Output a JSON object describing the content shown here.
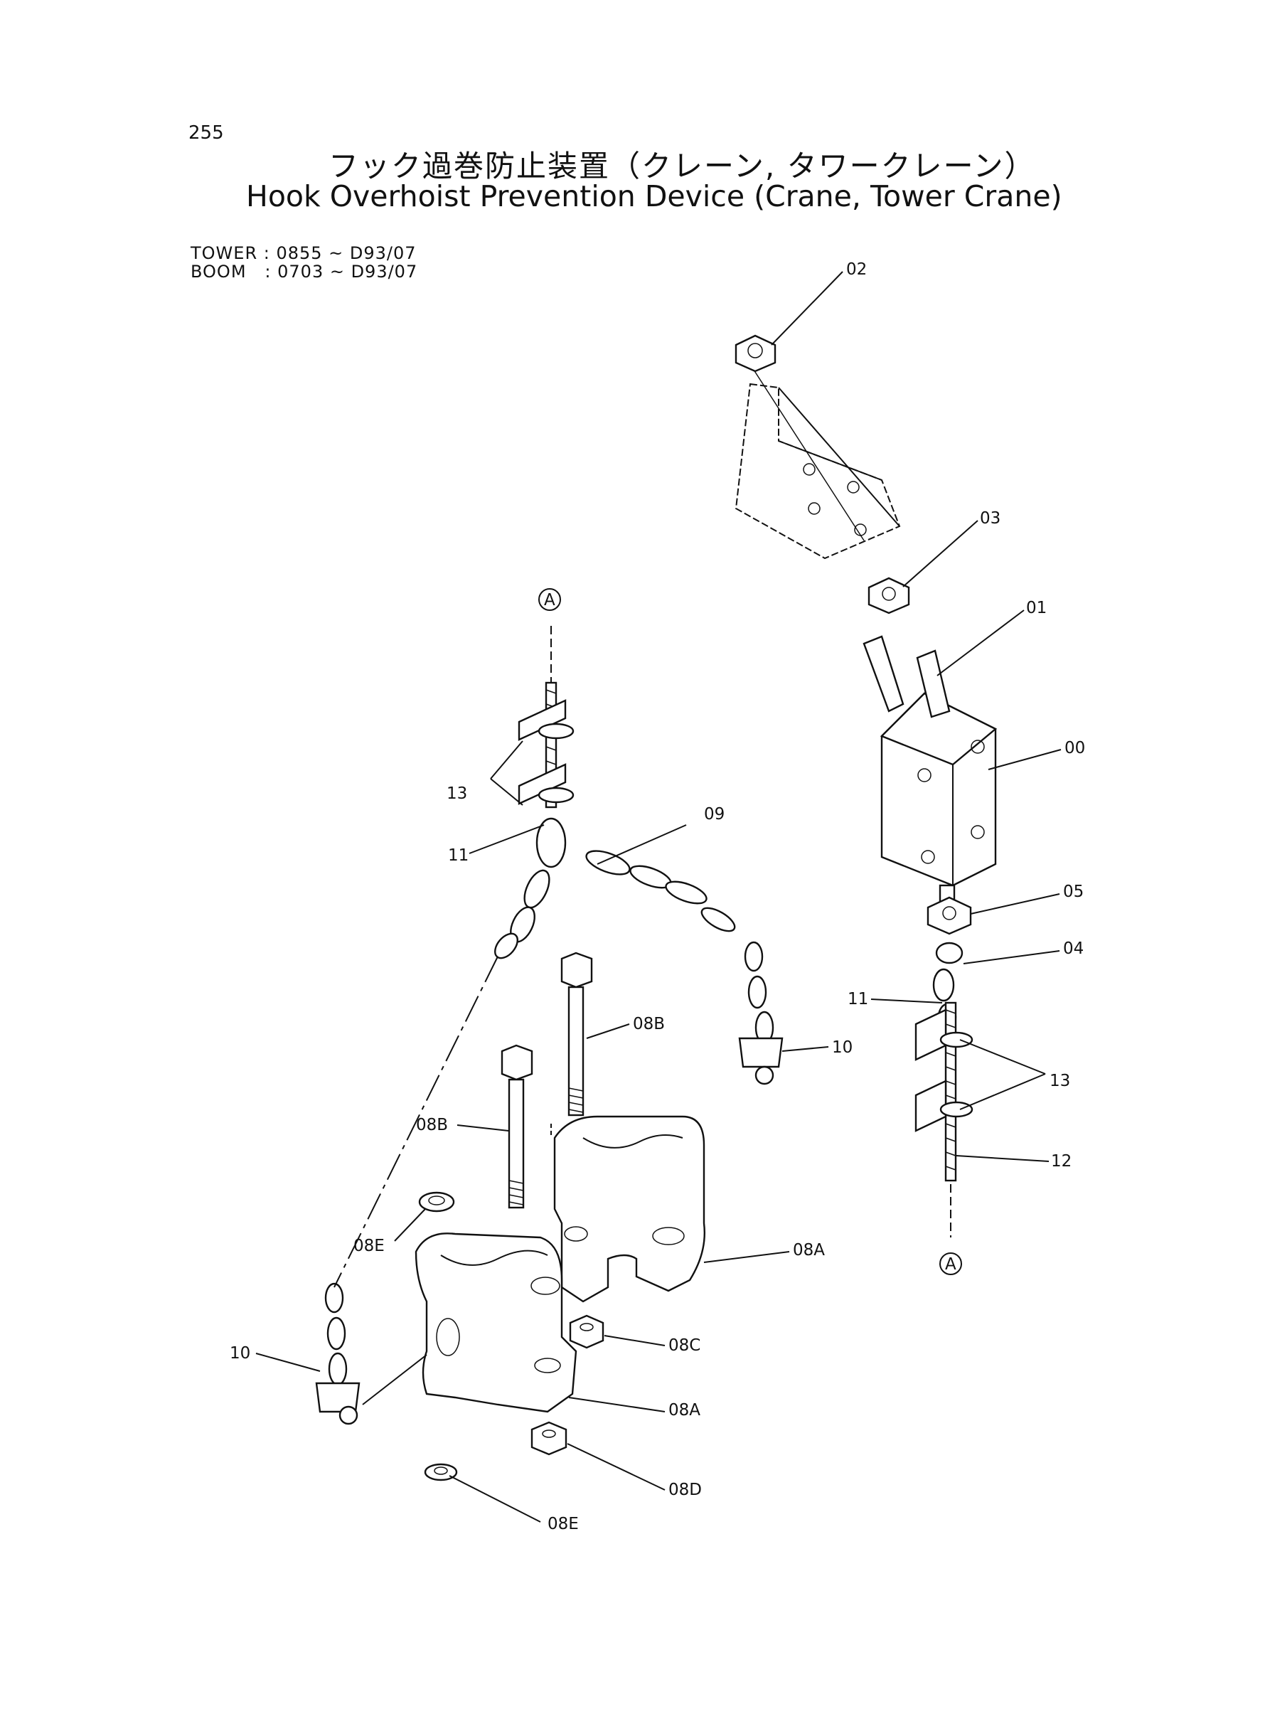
{
  "page_number": "255",
  "title_ja": "フック過巻防止装置（クレーン, タワークレーン）",
  "title_en": "Hook Overhoist Prevention Device  (Crane, Tower Crane)",
  "serials": [
    {
      "text": "TOWER : 0855 ~ D93/07"
    },
    {
      "text": "BOOM   : 0703 ~ D93/07"
    }
  ],
  "callouts": {
    "c00": "00",
    "c01": "01",
    "c02": "02",
    "c03": "03",
    "c04": "04",
    "c05": "05",
    "c08a_1": "08A",
    "c08a_2": "08A",
    "c08b_1": "08B",
    "c08b_2": "08B",
    "c08c": "08C",
    "c08d": "08D",
    "c08e_1": "08E",
    "c08e_2": "08E",
    "c09": "09",
    "c10_1": "10",
    "c10_2": "10",
    "c11_1": "11",
    "c11_2": "11",
    "c12": "12",
    "c13_1": "13",
    "c13_2": "13",
    "ref_a_top": "A",
    "ref_a_bottom": "A"
  }
}
